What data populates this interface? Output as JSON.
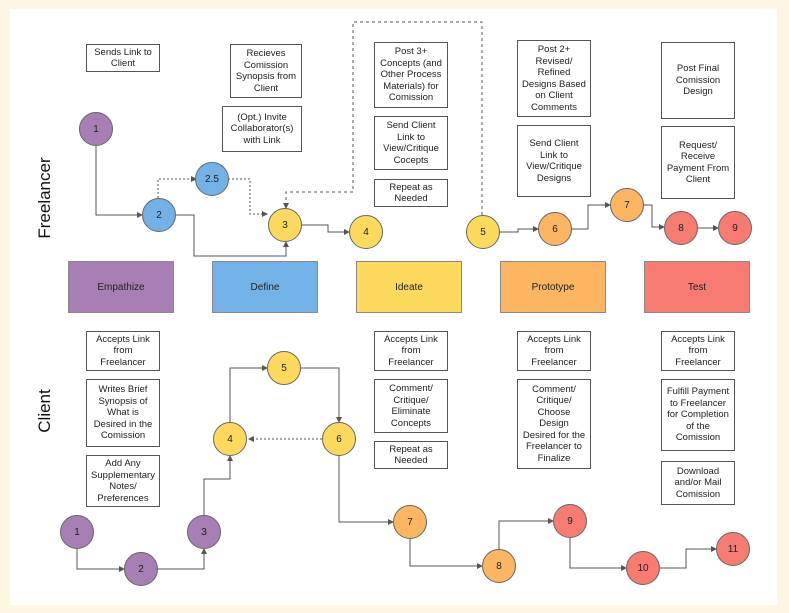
{
  "lanes": {
    "freelancer": "Freelancer",
    "client": "Client"
  },
  "stages": [
    {
      "label": "Empathize",
      "color": "#a77fb4"
    },
    {
      "label": "Define",
      "color": "#72b2e6"
    },
    {
      "label": "Ideate",
      "color": "#fdd95d"
    },
    {
      "label": "Prototype",
      "color": "#fcb561"
    },
    {
      "label": "Test",
      "color": "#f77b71"
    }
  ],
  "freelancer_notes": {
    "sends_link": "Sends Link to Client",
    "receives_synopsis": "Recieves Comission Synopsis from Client",
    "invite_collab": "(Opt.) Invite Collaborator(s) with Link",
    "post_concepts": "Post 3+ Concepts (and Other Process Materials) for Comission",
    "send_link_concepts": "Send Client Link to View/Critique Cocepts",
    "repeat": "Repeat as Needed",
    "post_revised": "Post 2+ Revised/ Refined Designs Based on Client Comments",
    "send_link_designs": "Send Client Link to View/Critique Designs",
    "post_final": "Post Final Comission Design",
    "request_payment": "Request/ Receive Payment From Client"
  },
  "client_notes": {
    "accepts_1": "Accepts Link from Freelancer",
    "writes_brief": "Writes Brief Synopsis of What is Desired in the Comission",
    "add_notes": "Add Any Supplementary Notes/ Preferences",
    "accepts_2": "Accepts Link from Freelancer",
    "comment_concepts": "Comment/ Critique/ Eliminate Concepts",
    "repeat": "Repeat as Needed",
    "accepts_3": "Accepts Link from Freelancer",
    "comment_design": "Comment/ Critique/ Choose Design Desired for the Freelancer to Finalize",
    "accepts_4": "Accepts Link from Freelancer",
    "fulfill_payment": "Fulfill Payment to Freelancer for Completion of the Comission",
    "download": "Download and/or Mail Comission"
  },
  "freelancer_steps": [
    "1",
    "2",
    "2.5",
    "3",
    "4",
    "5",
    "6",
    "7",
    "8",
    "9"
  ],
  "client_steps": [
    "1",
    "2",
    "3",
    "4",
    "5",
    "6",
    "7",
    "8",
    "9",
    "10",
    "11"
  ]
}
